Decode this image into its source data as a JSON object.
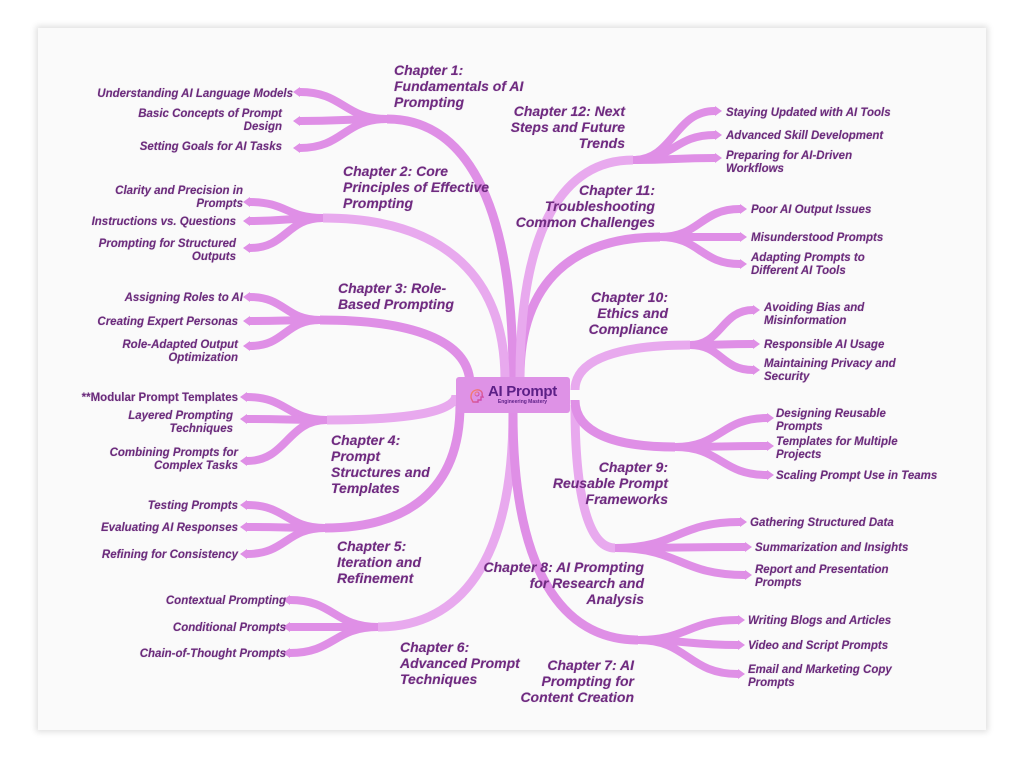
{
  "center": {
    "title": "AI Prompt",
    "subtitle": "Engineering Mastery",
    "icon": "brain-head-icon"
  },
  "colors": {
    "branch": "#df8fe6",
    "branch_light": "#e8a9ee",
    "text": "#6b2b7c",
    "center_fill": "#de92e6",
    "center_text": "#5c1f86"
  },
  "chapters": [
    {
      "label": "Chapter 1:\nFundamentals of AI\nPrompting",
      "topics": [
        "Understanding AI Language Models",
        "Basic Concepts of Prompt\nDesign",
        "Setting Goals for AI Tasks"
      ]
    },
    {
      "label": "Chapter 2: Core\nPrinciples of Effective\nPrompting",
      "topics": [
        "Clarity and Precision in\nPrompts",
        "Instructions vs. Questions",
        "Prompting for Structured\nOutputs"
      ]
    },
    {
      "label": "Chapter 3: Role-\nBased Prompting",
      "topics": [
        "Assigning Roles to AI",
        "Creating Expert Personas",
        "Role-Adapted Output\nOptimization"
      ]
    },
    {
      "label": "Chapter 4:\nPrompt\nStructures and\nTemplates",
      "topics": [
        "**Modular Prompt Templates",
        "Layered Prompting\nTechniques",
        "Combining Prompts for\nComplex Tasks"
      ]
    },
    {
      "label": "Chapter 5:\nIteration and\nRefinement",
      "topics": [
        "Testing Prompts",
        "Evaluating AI Responses",
        "Refining for Consistency"
      ]
    },
    {
      "label": "Chapter 6:\nAdvanced Prompt\nTechniques",
      "topics": [
        "Contextual Prompting",
        "Conditional Prompts",
        "Chain-of-Thought Prompts"
      ]
    },
    {
      "label": "Chapter 7: AI\nPrompting for\nContent Creation",
      "topics": [
        "Writing Blogs and Articles",
        "Video and Script Prompts",
        "Email and Marketing Copy\nPrompts"
      ]
    },
    {
      "label": "Chapter 8: AI Prompting\nfor Research and\nAnalysis",
      "topics": [
        "Gathering Structured Data",
        "Summarization and Insights",
        "Report and Presentation\nPrompts"
      ]
    },
    {
      "label": "Chapter 9:\nReusable Prompt\nFrameworks",
      "topics": [
        "Designing Reusable\nPrompts",
        "Templates for Multiple\nProjects",
        "Scaling Prompt Use in Teams"
      ]
    },
    {
      "label": "Chapter 10:\nEthics and\nCompliance",
      "topics": [
        "Avoiding Bias and\nMisinformation",
        "Responsible AI Usage",
        "Maintaining Privacy and\nSecurity"
      ]
    },
    {
      "label": "Chapter 11:\nTroubleshooting\nCommon Challenges",
      "topics": [
        "Poor AI Output Issues",
        "Misunderstood Prompts",
        "Adapting Prompts to\nDifferent AI Tools"
      ]
    },
    {
      "label": "Chapter 12: Next\nSteps and Future\nTrends",
      "topics": [
        "Staying Updated with AI Tools",
        "Advanced Skill Development",
        "Preparing for AI-Driven\nWorkflows"
      ]
    }
  ]
}
